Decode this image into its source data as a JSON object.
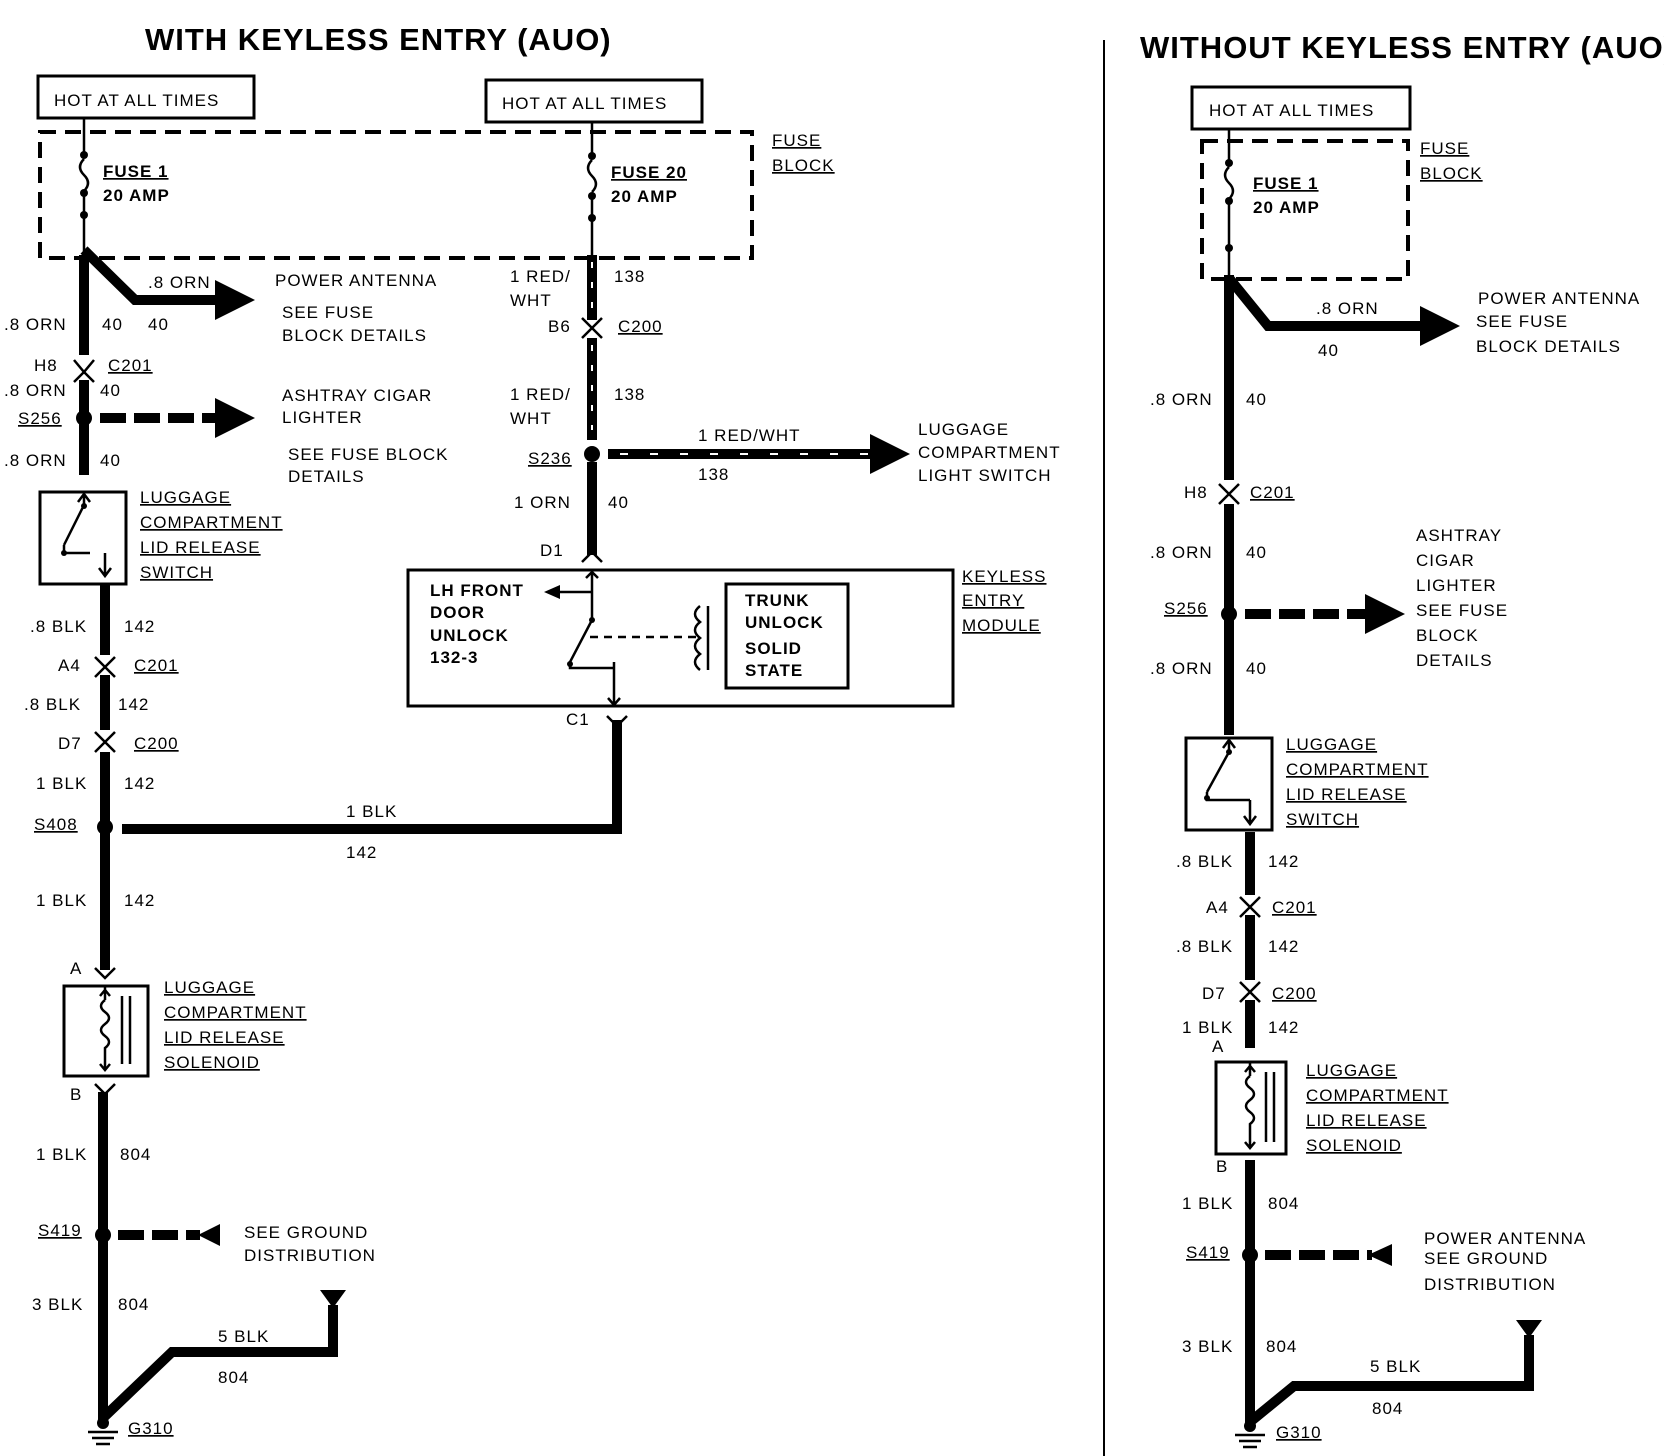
{
  "left": {
    "title": "WITH KEYLESS ENTRY (AUO)",
    "hot1": "HOT AT ALL TIMES",
    "hot2": "HOT AT ALL TIMES",
    "fuse_block": [
      "FUSE",
      "BLOCK"
    ],
    "fuse1": [
      "FUSE 1",
      "20 AMP"
    ],
    "fuse20": [
      "FUSE 20",
      "20 AMP"
    ],
    "power_antenna": [
      "POWER ANTENNA",
      "SEE FUSE",
      "BLOCK DETAILS"
    ],
    "orn8": ".8 ORN",
    "w40": "40",
    "h8": "H8",
    "c201": "C201",
    "s256": "S256",
    "ashtray": [
      "ASHTRAY CIGAR",
      "LIGHTER",
      "SEE FUSE BLOCK",
      "DETAILS"
    ],
    "switch_label": [
      "LUGGAGE",
      "COMPARTMENT",
      "LID RELEASE",
      "SWITCH"
    ],
    "blk8": ".8 BLK",
    "w142": "142",
    "a4": "A4",
    "d7": "D7",
    "c200": "C200",
    "blk1": "1 BLK",
    "s408": "S408",
    "a": "A",
    "b": "B",
    "solenoid": [
      "LUGGAGE",
      "COMPARTMENT",
      "LID RELEASE",
      "SOLENOID"
    ],
    "w804": "804",
    "s419": "S419",
    "ground_dist": [
      "SEE GROUND",
      "DISTRIBUTION"
    ],
    "blk3": "3 BLK",
    "blk5": "5 BLK",
    "g310": "G310",
    "redwht": [
      "1 RED/",
      "WHT"
    ],
    "w138": "138",
    "b6": "B6",
    "s236": "S236",
    "redwht_inline": "1 RED/WHT",
    "luggage_light": [
      "LUGGAGE",
      "COMPARTMENT",
      "LIGHT SWITCH"
    ],
    "orn1": "1 ORN",
    "d1": "D1",
    "c1": "C1",
    "keyless": [
      "KEYLESS",
      "ENTRY",
      "MODULE"
    ],
    "lh_front": [
      "LH FRONT",
      "DOOR",
      "UNLOCK",
      "132-3"
    ],
    "trunk": [
      "TRUNK",
      "UNLOCK",
      "SOLID",
      "STATE"
    ]
  },
  "right": {
    "title": "WITHOUT KEYLESS ENTRY (AUO)",
    "hot": "HOT AT ALL TIMES",
    "fuse_block": [
      "FUSE",
      "BLOCK"
    ],
    "fuse1": [
      "FUSE 1",
      "20 AMP"
    ],
    "power_antenna": [
      "POWER ANTENNA",
      "SEE FUSE",
      "BLOCK DETAILS"
    ],
    "ashtray": [
      "ASHTRAY",
      "CIGAR",
      "LIGHTER",
      "SEE FUSE",
      "BLOCK",
      "DETAILS"
    ],
    "switch_label": [
      "LUGGAGE",
      "COMPARTMENT",
      "LID RELEASE",
      "SWITCH"
    ],
    "solenoid": [
      "LUGGAGE",
      "COMPARTMENT",
      "LID RELEASE",
      "SOLENOID"
    ],
    "ground": [
      "POWER ANTENNA",
      "SEE GROUND",
      "DISTRIBUTION"
    ]
  }
}
